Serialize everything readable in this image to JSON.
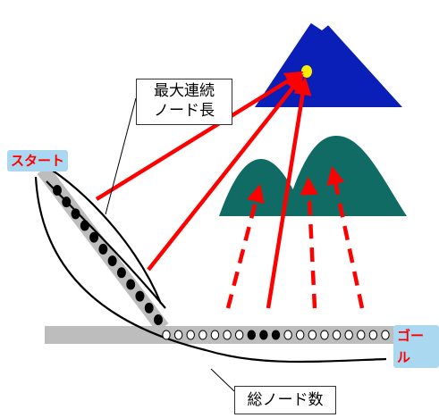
{
  "labels": {
    "start": "スタート",
    "goal": "ゴール",
    "max_consecutive_line1": "最大連続",
    "max_consecutive_line2": "ノード長",
    "total_nodes": "総ノード数"
  },
  "colors": {
    "arrow_red": "#ff0000",
    "mountain_blue": "#0a1fb8",
    "mountain_green": "#0f6b63",
    "track_gray": "#bdbdbd",
    "summit_yellow": "#ffee00",
    "badge_blue": "#a9d8f0"
  },
  "diagonal_track": {
    "node_count": 12,
    "filled_count": 12
  },
  "horizontal_track": {
    "node_count": 19,
    "node_states": [
      0,
      0,
      0,
      0,
      0,
      0,
      0,
      1,
      1,
      1,
      0,
      0,
      0,
      0,
      0,
      0,
      0,
      0,
      0
    ]
  },
  "icons": {
    "mountain_main": "snow-capped-mountain-icon",
    "hills": "green-hills-icon",
    "summit": "summit-marker-icon"
  }
}
